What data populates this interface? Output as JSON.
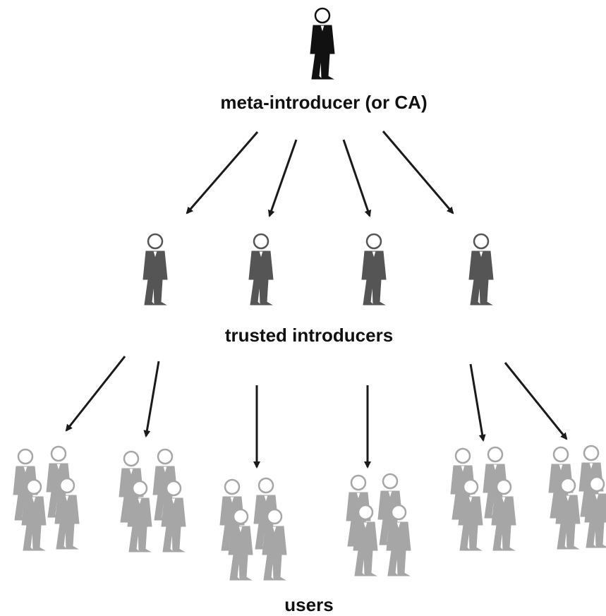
{
  "labels": {
    "meta_introducer": "meta-introducer (or CA)",
    "trusted_introducers": "trusted introducers",
    "users": "users"
  },
  "colors": {
    "meta_figure": "#111111",
    "introducer_figure": "#555555",
    "user_figure": "#a6a6a6",
    "arrow": "#1a1a1a"
  },
  "icons": {
    "meta_introducer": "person-icon",
    "trusted_introducer": "person-icon",
    "user": "person-icon"
  }
}
